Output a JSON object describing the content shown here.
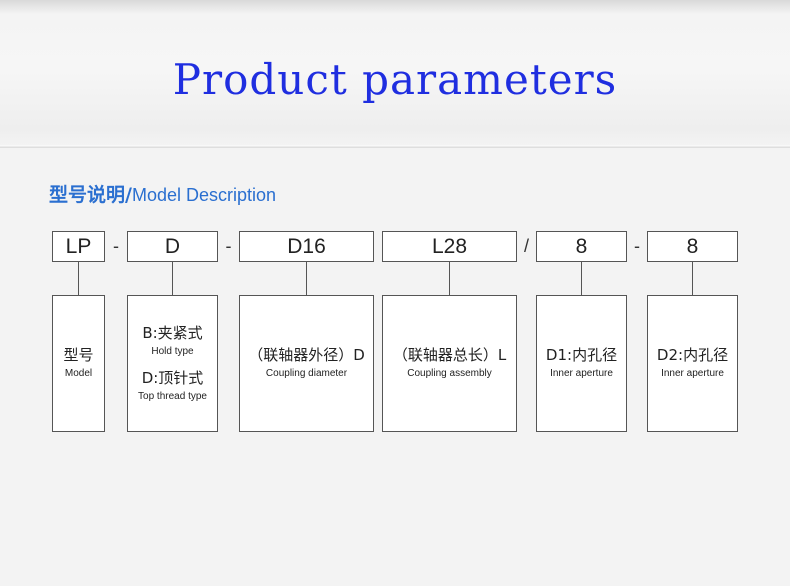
{
  "banner": {
    "title": "Product parameters"
  },
  "section": {
    "heading_cn": "型号说明",
    "heading_sep": "/",
    "heading_en": "Model Description"
  },
  "codes": [
    "LP",
    "D",
    "D16",
    "L28",
    "8",
    "8"
  ],
  "separators": [
    "-",
    "-",
    "/",
    "-"
  ],
  "descriptions": {
    "model": {
      "cn": "型号",
      "en": "Model"
    },
    "type": {
      "hold_cn": "B:夹紧式",
      "hold_en": "Hold type",
      "thread_cn": "D:顶针式",
      "thread_en": "Top thread type"
    },
    "diameter": {
      "cn": "（联轴器外径）D",
      "en": "Coupling diameter"
    },
    "length": {
      "cn": "（联轴器总长）L",
      "en": "Coupling assembly"
    },
    "d1": {
      "cn": "D1:内孔径",
      "en": "Inner aperture"
    },
    "d2": {
      "cn": "D2:内孔径",
      "en": "Inner aperture"
    }
  }
}
